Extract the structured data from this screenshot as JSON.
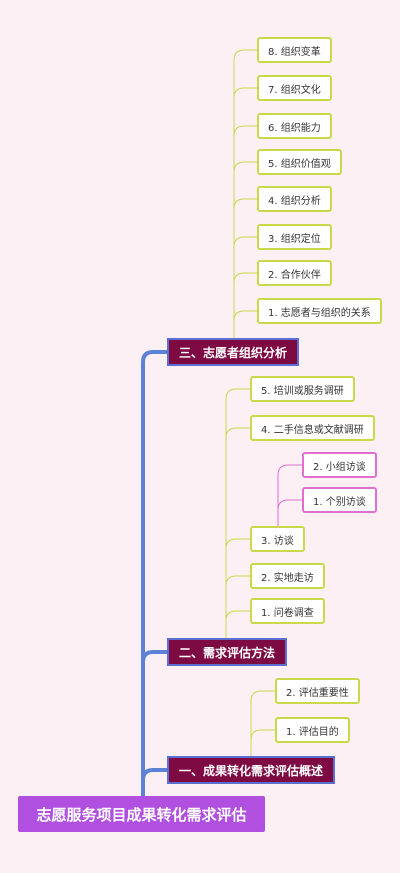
{
  "root": {
    "label": "志愿服务项目成果转化需求评估"
  },
  "branches": [
    {
      "label": "一、成果转化需求评估概述",
      "children": [
        "1. 评估目的",
        "2. 评估重要性"
      ]
    },
    {
      "label": "二、需求评估方法",
      "children": [
        "1. 问卷调查",
        "2. 实地走访",
        "3. 访谈",
        "4. 二手信息或文献调研",
        "5. 培训或服务调研"
      ],
      "interview_children": [
        "1. 个别访谈",
        "2. 小组访谈"
      ]
    },
    {
      "label": "三、志愿者组织分析",
      "children": [
        "1. 志愿者与组织的关系",
        "2. 合作伙伴",
        "3. 组织定位",
        "4. 组织分析",
        "5. 组织价值观",
        "6. 组织能力",
        "7. 组织文化",
        "8. 组织变革"
      ]
    }
  ],
  "colors": {
    "background": "#fdf0f5",
    "root_fill": "#b04fe0",
    "branch_fill": "#7d0a43",
    "branch_border": "#5b6fd0",
    "leaf_border": "#c9d94a",
    "sub_leaf_border": "#e070d0",
    "trunk_line": "#5b82d6",
    "leaf_line": "#c9d94a",
    "sub_leaf_line": "#e070d0"
  }
}
